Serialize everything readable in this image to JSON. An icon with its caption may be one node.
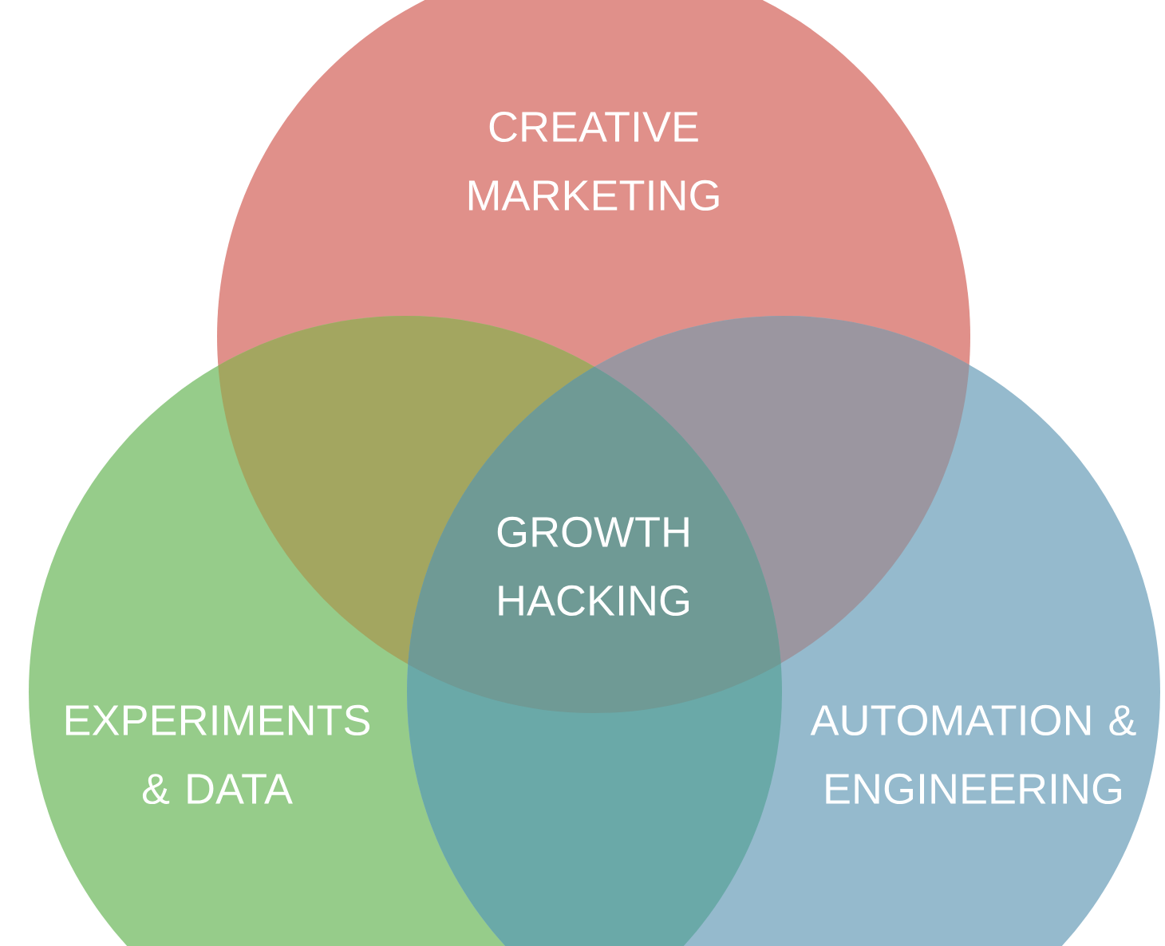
{
  "diagram": {
    "nodes": [
      {
        "text": [
          "CREATIVE MARKETING"
        ]
      },
      {
        "text": [
          "EXPERIMENTS & DATA"
        ]
      },
      {
        "text": [
          "AUTOMATION & ENGINEERING"
        ]
      },
      {
        "text": [
          "GROWTH HACKING"
        ]
      }
    ]
  }
}
